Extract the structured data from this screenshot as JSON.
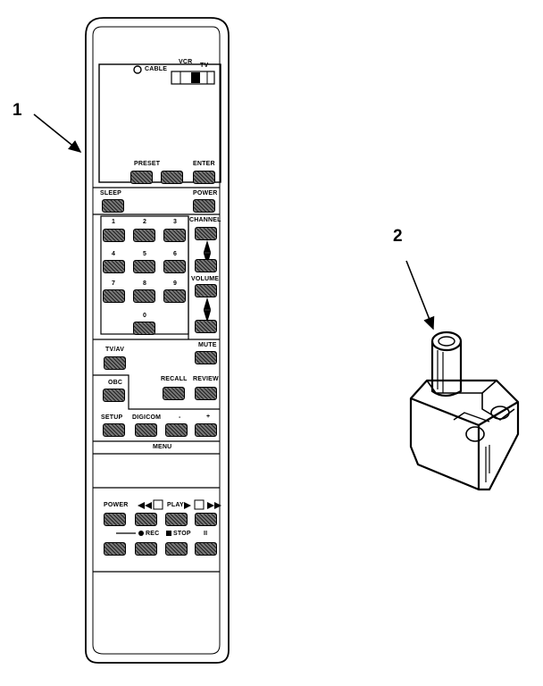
{
  "callouts": {
    "remote": "1",
    "adapter": "2"
  },
  "labels": {
    "cable": "CABLE",
    "vcr": "VCR",
    "tv": "TV",
    "preset": "PRESET",
    "enter": "ENTER",
    "sleep": "SLEEP",
    "power_top": "POWER",
    "channel": "CHANNEL",
    "volume": "VOLUME",
    "key_1": "1",
    "key_2": "2",
    "key_3": "3",
    "key_4": "4",
    "key_5": "5",
    "key_6": "6",
    "key_7": "7",
    "key_8": "8",
    "key_9": "9",
    "key_0": "0",
    "tvav": "TV/AV",
    "mute": "MUTE",
    "obc": "OBC",
    "recall": "RECALL",
    "review": "REVIEW",
    "setup": "SETUP",
    "digicom": "DIGICOM",
    "minus": "-",
    "plus": "+",
    "menu": "MENU",
    "power_vcr": "POWER",
    "play": "PLAY",
    "rec": "REC",
    "stop": "STOP",
    "pause": "II"
  }
}
